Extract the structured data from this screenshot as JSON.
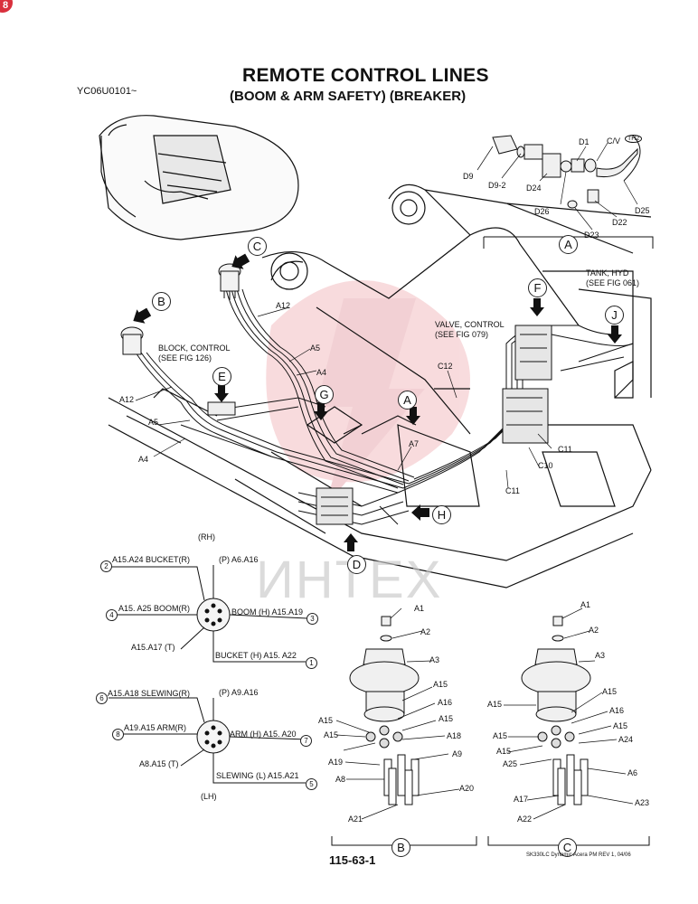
{
  "header": {
    "doc_code": "YC06U0101~",
    "title": "REMOTE CONTROL LINES",
    "subtitle": "(BOOM & ARM SAFETY) (BREAKER)",
    "corner_badge": "8"
  },
  "inset_a": {
    "letter": "A",
    "labels": [
      "D1",
      "C/V",
      "TH2",
      "D9",
      "D9-2",
      "D24",
      "D26",
      "D23",
      "D22",
      "D25"
    ]
  },
  "main_view": {
    "callouts": [
      "C",
      "B",
      "E",
      "G",
      "A",
      "F",
      "J",
      "H",
      "D"
    ],
    "labels": {
      "a12_top": "A12",
      "a12_left": "A12",
      "a5_top": "A5",
      "a4_top": "A4",
      "a5_left": "A5",
      "a4_left": "A4",
      "a7": "A7",
      "c12": "C12",
      "c11_a": "C11",
      "c10": "C10",
      "c11_b": "C11",
      "block_control_1": "BLOCK, CONTROL",
      "block_control_2": "(SEE FIG 126)",
      "valve_control_1": "VALVE, CONTROL",
      "valve_control_2": "(SEE FIG 079)",
      "tank_1": "TANK, HYD",
      "tank_2": "(SEE FIG 061)"
    }
  },
  "pattern_rh": {
    "tag": "(RH)",
    "items": [
      {
        "num": "2",
        "text": "A15.A24 BUCKET(R)"
      },
      {
        "num": "",
        "text": "(P) A6.A16"
      },
      {
        "num": "4",
        "text": "A15. A25 BOOM(R)"
      },
      {
        "num": "3",
        "text": "BOOM (H) A15.A19"
      },
      {
        "num": "",
        "text": "A15.A17 (T)"
      },
      {
        "num": "1",
        "text": "BUCKET (H) A15. A22"
      }
    ]
  },
  "pattern_lh": {
    "tag": "(LH)",
    "items": [
      {
        "num": "6",
        "text": "A15.A18 SLEWING(R)"
      },
      {
        "num": "",
        "text": "(P) A9.A16"
      },
      {
        "num": "8",
        "text": "A19.A15 ARM(R)"
      },
      {
        "num": "7",
        "text": "ARM (H) A15. A20"
      },
      {
        "num": "",
        "text": "A8.A15 (T)"
      },
      {
        "num": "5",
        "text": "SLEWING (L) A15.A21"
      }
    ]
  },
  "view_b": {
    "letter": "B",
    "labels": [
      "A1",
      "A2",
      "A3",
      "A15",
      "A16",
      "A15",
      "A15",
      "A18",
      "A15",
      "A9",
      "A19",
      "A8",
      "A20",
      "A21"
    ]
  },
  "view_c": {
    "letter": "C",
    "labels": [
      "A1",
      "A2",
      "A3",
      "A15",
      "A15",
      "A16",
      "A15",
      "A15",
      "A24",
      "A15",
      "A25",
      "A6",
      "A17",
      "A23",
      "A22"
    ]
  },
  "footer": {
    "page_num": "115-63-1",
    "model_rev": "SK330LC Dynamic Acera PM REV 1, 04/06"
  },
  "watermark": {
    "text": "ИНТЕХ"
  },
  "colors": {
    "ink": "#111111",
    "watermark": "#e0606a",
    "badge": "#d9303d"
  }
}
